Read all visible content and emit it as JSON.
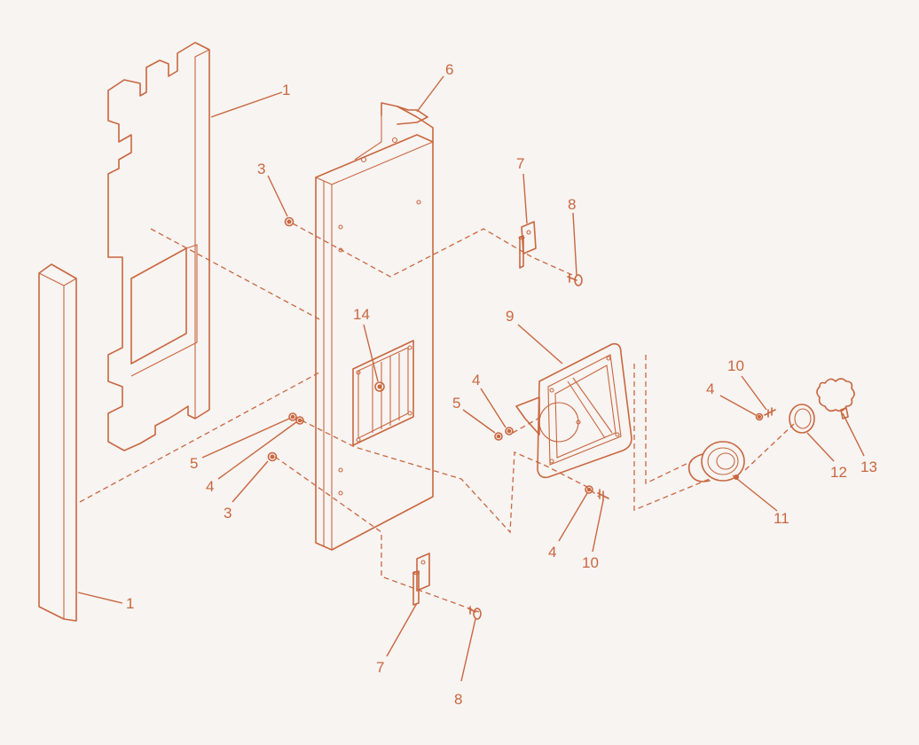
{
  "callouts": [
    {
      "label": "1"
    },
    {
      "label": "1"
    },
    {
      "label": "3"
    },
    {
      "label": "3"
    },
    {
      "label": "4"
    },
    {
      "label": "4"
    },
    {
      "label": "4"
    },
    {
      "label": "4"
    },
    {
      "label": "5"
    },
    {
      "label": "5"
    },
    {
      "label": "6"
    },
    {
      "label": "7"
    },
    {
      "label": "7"
    },
    {
      "label": "8"
    },
    {
      "label": "8"
    },
    {
      "label": "9"
    },
    {
      "label": "10"
    },
    {
      "label": "10"
    },
    {
      "label": "11"
    },
    {
      "label": "12"
    },
    {
      "label": "13"
    },
    {
      "label": "14"
    }
  ],
  "colors": {
    "line": "#c9673f",
    "background": "#f7f4f2"
  }
}
